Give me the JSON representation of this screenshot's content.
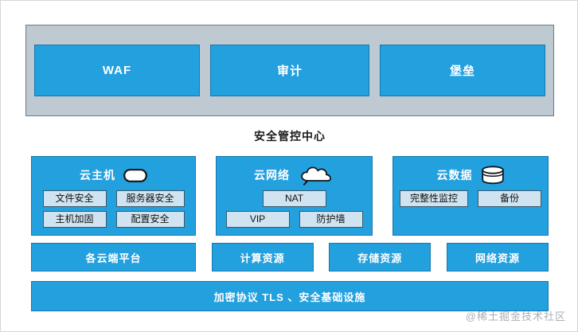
{
  "diagram": {
    "title": "安全管控中心",
    "colors": {
      "primary_blue": "#23a0de",
      "blue_border": "#1579ad",
      "band_gray": "#bfc9d2",
      "band_gray_border": "#6d7a85",
      "chip_fill": "#cfe4f0",
      "chip_border": "#3b5a6b",
      "text_on_blue": "#ffffff",
      "text_dark": "#1a1a1a",
      "watermark": "#9aa3ab",
      "page_background": "#ffffff"
    }
  },
  "top_band": {
    "cards": [
      {
        "label": "WAF"
      },
      {
        "label": "审计"
      },
      {
        "label": "堡垒"
      }
    ]
  },
  "domains": [
    {
      "title": "云主机",
      "icon": "server-host-icon",
      "chip_rows": [
        [
          {
            "label": "文件安全"
          },
          {
            "label": "服务器安全"
          }
        ],
        [
          {
            "label": "主机加固"
          },
          {
            "label": "配置安全"
          }
        ]
      ]
    },
    {
      "title": "云网络",
      "icon": "cloud-icon",
      "chip_rows": [
        [
          {
            "label": "NAT"
          }
        ],
        [
          {
            "label": "VIP"
          },
          {
            "label": "防护墙"
          }
        ]
      ]
    },
    {
      "title": "云数据",
      "icon": "database-icon",
      "chip_rows": [
        [
          {
            "label": "完整性监控"
          },
          {
            "label": "备份"
          }
        ]
      ]
    }
  ],
  "resources": [
    {
      "label": "各云端平台"
    },
    {
      "label": "计算资源"
    },
    {
      "label": "存储资源"
    },
    {
      "label": "网络资源"
    }
  ],
  "foundation": {
    "label": "加密协议 TLS 、安全基础设施"
  },
  "watermark": {
    "text": "@稀土掘金技术社区"
  }
}
